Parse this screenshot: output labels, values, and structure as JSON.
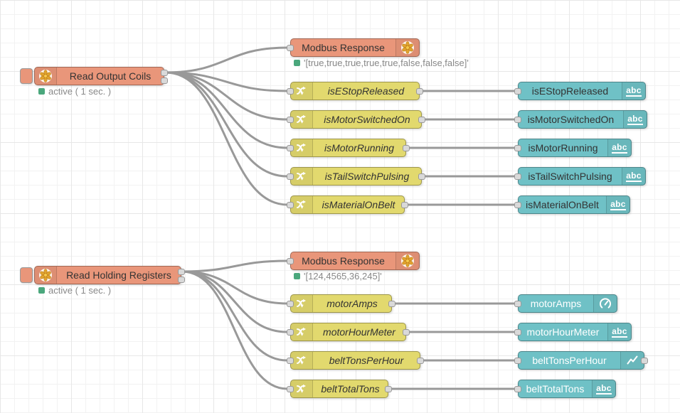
{
  "colors": {
    "modbus_node": "#e9967a",
    "change_node": "#e2d96e",
    "ui_node": "#6fc1c6",
    "wire": "#999999",
    "status_dot_green": "#4aa77c"
  },
  "flow1": {
    "reader": {
      "label": "Read Output Coils",
      "status": "active ( 1 sec. )"
    },
    "response": {
      "label": "Modbus Response",
      "status": "'[true,true,true,true,true,false,false,false]'"
    },
    "changes": [
      "isEStopReleased",
      "isMotorSwitchedOn",
      "isMotorRunning",
      "isTailSwitchPulsing",
      "isMaterialOnBelt"
    ],
    "outputs": [
      "isEStopReleased",
      "isMotorSwitchedOn",
      "isMotorRunning",
      "isTailSwitchPulsing",
      "isMaterialOnBelt"
    ]
  },
  "flow2": {
    "reader": {
      "label": "Read Holding Registers",
      "status": "active ( 1 sec. )"
    },
    "response": {
      "label": "Modbus Response",
      "status": "'[124,4565,36,245]'"
    },
    "changes": [
      "motorAmps",
      "motorHourMeter",
      "beltTonsPerHour",
      "beltTotalTons"
    ],
    "outputs": [
      "motorAmps",
      "motorHourMeter",
      "beltTonsPerHour",
      "beltTotalTons"
    ]
  },
  "icons": {
    "abc_label": "abc"
  }
}
